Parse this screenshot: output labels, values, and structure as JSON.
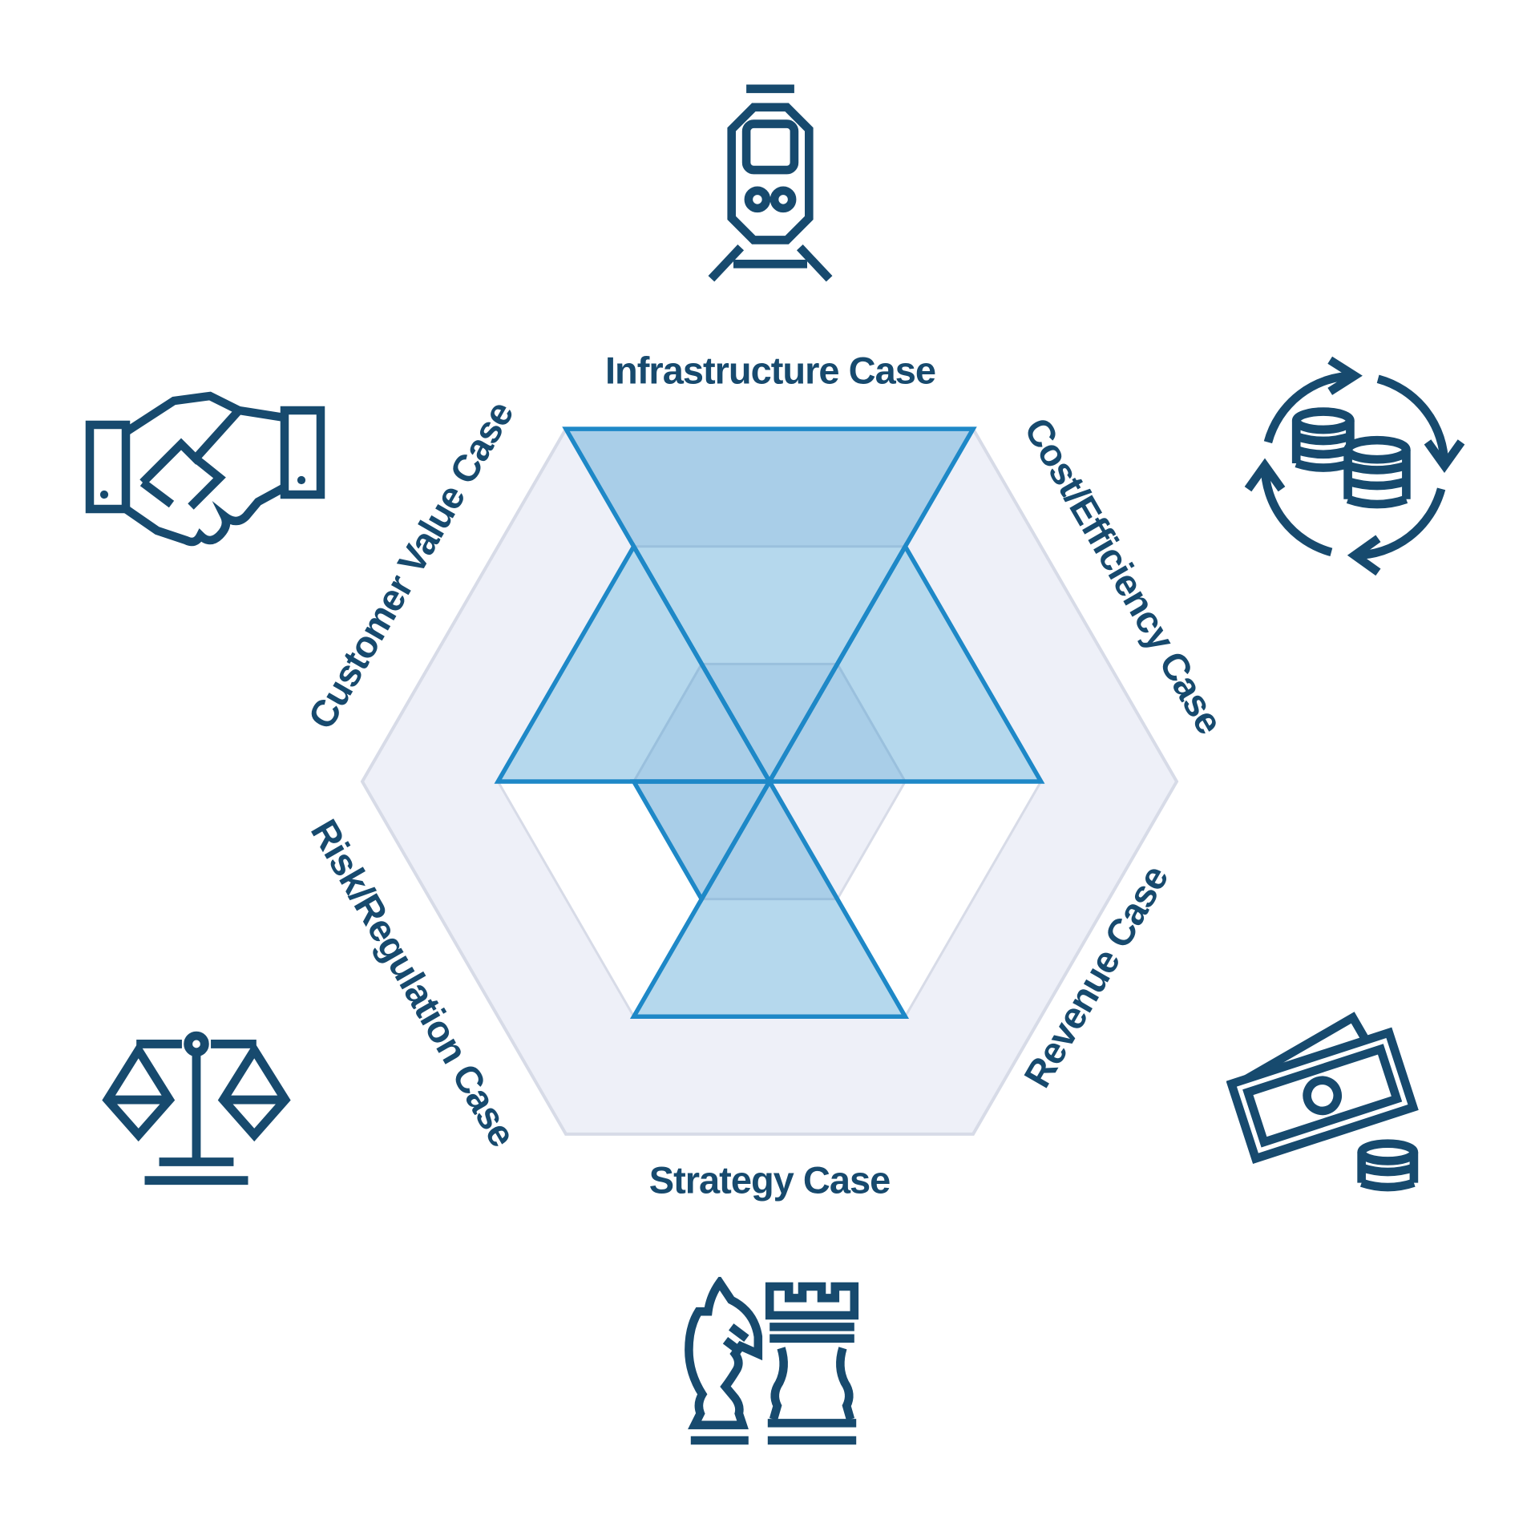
{
  "chart_data": {
    "type": "radar",
    "shape": "hexagon",
    "axes": [
      "Infrastructure Case",
      "Cost/Efficiency Case",
      "Revenue Case",
      "Strategy Case",
      "Risk/Regulation Case",
      "Customer Value Case"
    ],
    "axis_keys": [
      "infrastructure",
      "cost-efficiency",
      "revenue",
      "strategy",
      "risk-regulation",
      "customer-value"
    ],
    "axis_icons": [
      "train-icon",
      "coins-cycle-icon",
      "banknote-coins-icon",
      "chess-pieces-icon",
      "scales-icon",
      "handshake-icon"
    ],
    "values": [
      3,
      2,
      0,
      2,
      1,
      2
    ],
    "max": 3,
    "grid_levels": 3,
    "grid": true,
    "legend_position": "none"
  },
  "colors": {
    "accent_blue": "#1e88c7",
    "value_fill": "rgba(30,136,199,0.33)",
    "navy": "#174a6e",
    "grid_line": "#d7dbe7",
    "ring_fill": "#eef0f8",
    "background": "#ffffff"
  }
}
